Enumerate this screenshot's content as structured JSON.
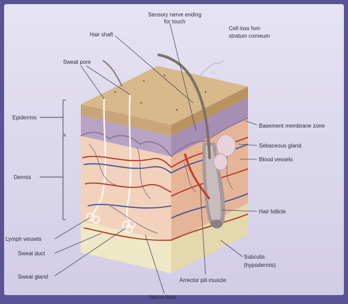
{
  "labels": {
    "sensory_nerve_line1": "Sensory nerve ending",
    "sensory_nerve_line2": "for touch",
    "cell_loss_line1": "Cell loss fom",
    "cell_loss_line2": "stratum corneum",
    "hair_shaft": "Hair shaft",
    "sweat_pore": "Sweat pore",
    "epidermis": "Epidermis",
    "dermis": "Dermis",
    "basement_membrane_zone": "Basement membrane zone",
    "sebaceous_gland": "Sebaceous gland",
    "blood_vessels": "Blood vessels",
    "hair_follicle": "Hair follicle",
    "lymph_vessels": "Lymph vessels",
    "sweat_duct": "Sweat duct",
    "sweat_gland": "Sweat gland",
    "subcutis_line1": "Subcutis",
    "subcutis_line2": "(hypodermis)",
    "arrector_pili_muscle": "Arrector pili muscle",
    "nerve_fibre": "Nerve fibre"
  },
  "colors": {
    "background": "#5a5494",
    "panel": "#dcd9ee",
    "stratum_corneum": "#c9a679",
    "epidermis_band": "#b4a0c0",
    "dermis": "#f2d2bd",
    "subcutis": "#efe8c7",
    "right_face": "#e6b598",
    "hair": "#7d7169",
    "vessel_red": "#b5301f",
    "vessel_blue": "#3a4f9c",
    "label_text": "#2b2a3f"
  }
}
